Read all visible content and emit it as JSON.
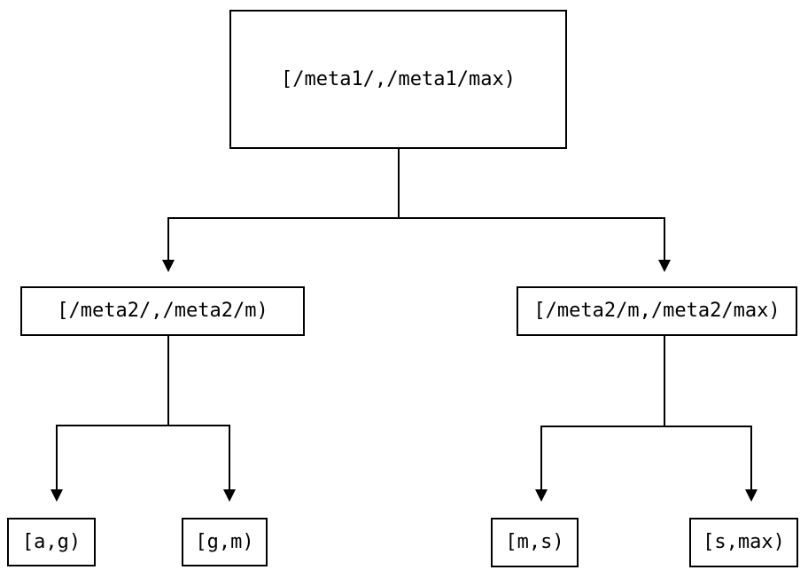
{
  "colors": {
    "background": "#ffffff",
    "line": "#000000",
    "text": "#000000"
  },
  "diagram": {
    "type": "tree",
    "nodes": {
      "root": {
        "label": "[/meta1/,/meta1/max)"
      },
      "left": {
        "label": "[/meta2/,/meta2/m)"
      },
      "right": {
        "label": "[/meta2/m,/meta2/max)"
      },
      "leaf_ag": {
        "label": "[a,g)"
      },
      "leaf_gm": {
        "label": "[g,m)"
      },
      "leaf_ms": {
        "label": "[m,s)"
      },
      "leaf_smax": {
        "label": "[s,max)"
      }
    },
    "edges": [
      {
        "from": "root",
        "to": "left"
      },
      {
        "from": "root",
        "to": "right"
      },
      {
        "from": "left",
        "to": "leaf_ag"
      },
      {
        "from": "left",
        "to": "leaf_gm"
      },
      {
        "from": "right",
        "to": "leaf_ms"
      },
      {
        "from": "right",
        "to": "leaf_smax"
      }
    ]
  }
}
